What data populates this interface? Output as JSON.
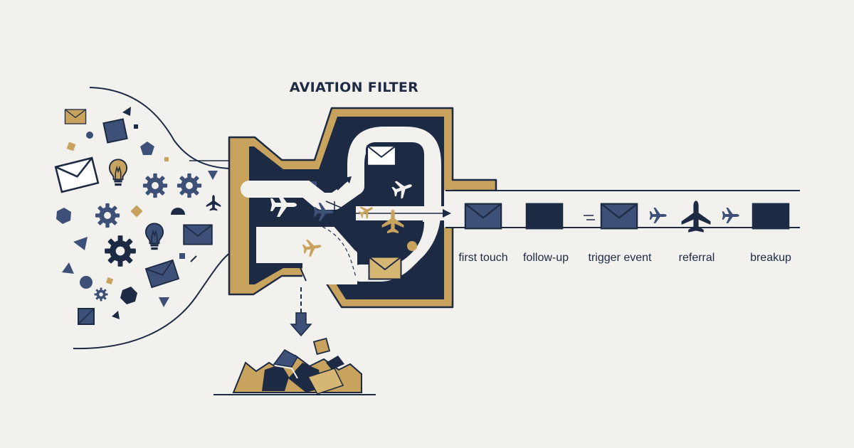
{
  "diagram": {
    "title": "AVIATION FILTER",
    "stages": [
      {
        "label": "first touch"
      },
      {
        "label": "follow-up"
      },
      {
        "label": "trigger event"
      },
      {
        "label": "referral"
      },
      {
        "label": "breakup"
      }
    ]
  },
  "colors": {
    "background": "#f2f1ed",
    "navy": "#1d2a44",
    "slate_blue": "#3d5077",
    "gold": "#c7a35d",
    "light_gold": "#d6b673"
  }
}
